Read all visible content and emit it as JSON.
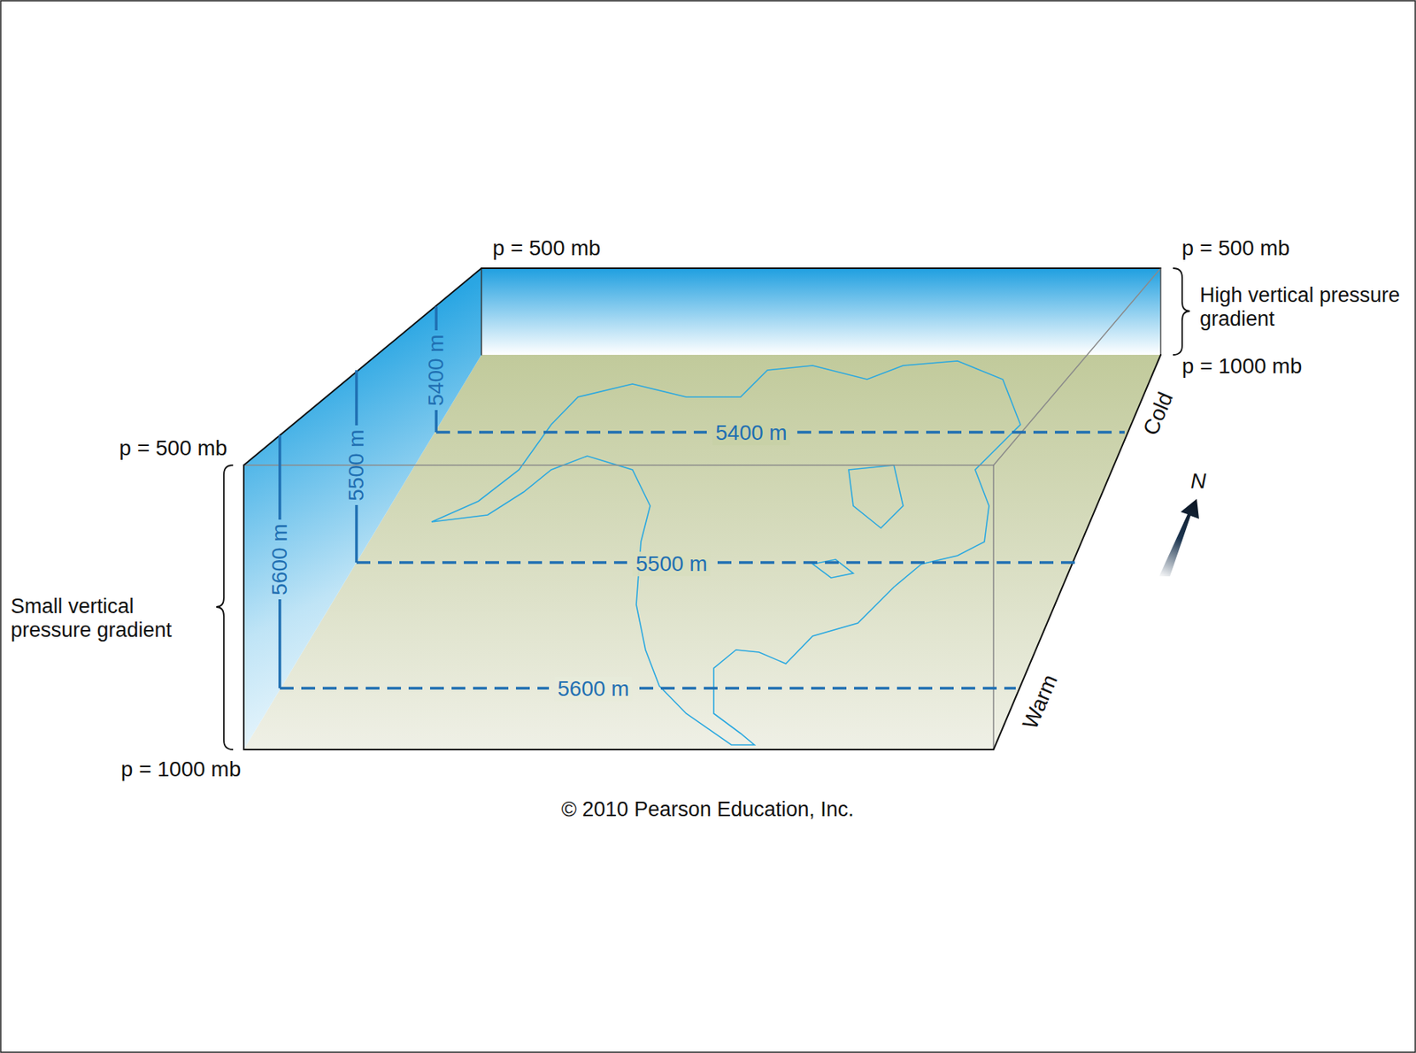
{
  "diagram": {
    "labels": [
      "p = 500 mb",
      "p = 500 mb",
      "High vertical pressure gradient",
      "p = 1000 mb",
      "5400 m",
      "5400 m",
      "Cold",
      "N",
      "p = 500 mb",
      "5500 m",
      "5500 m",
      "Small vertical pressure gradient",
      "5600 m",
      "5600 m",
      "Warm",
      "p = 1000 mb",
      "© 2010 Pearson Education, Inc."
    ]
  }
}
